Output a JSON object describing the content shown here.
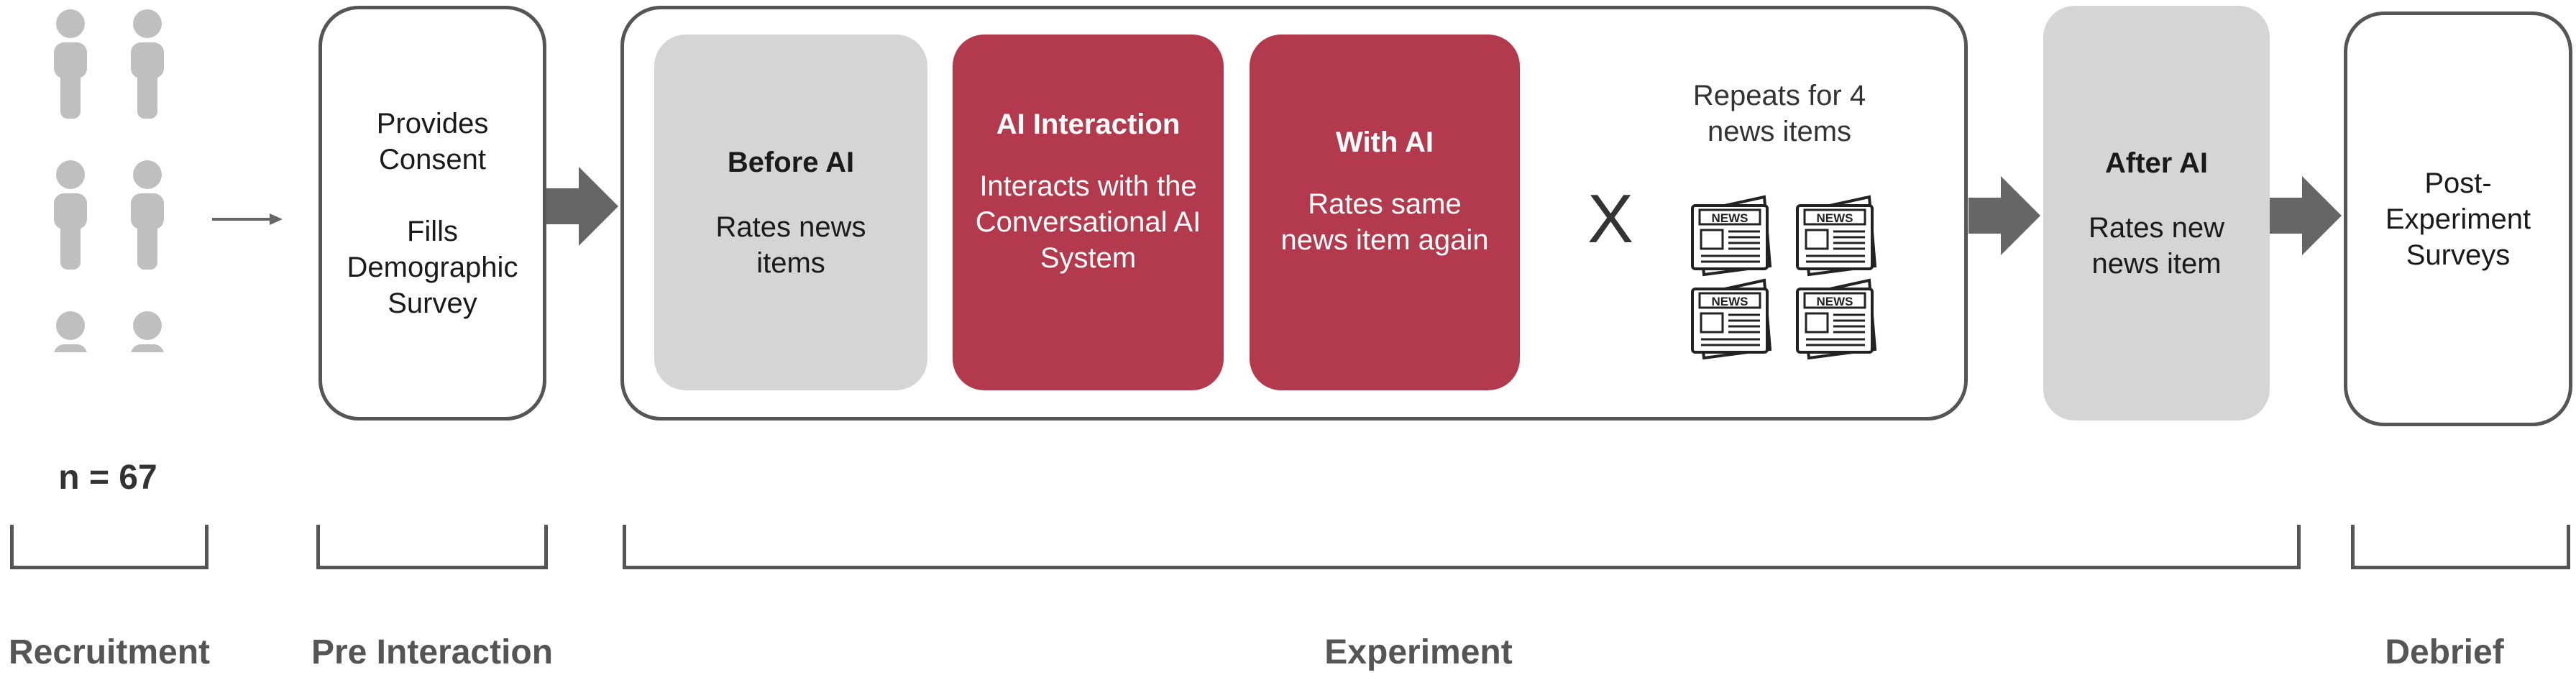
{
  "recruitment": {
    "people_icon": "person-silhouette-icon",
    "count_label": "n = 67"
  },
  "pre_interaction": {
    "consent": "Provides Consent",
    "survey": "Fills Demographic Survey"
  },
  "experiment": {
    "before_ai": {
      "title": "Before AI",
      "text": "Rates news items"
    },
    "ai_interaction": {
      "title": "AI Interaction",
      "text": "Interacts with the Conversational AI System"
    },
    "with_ai": {
      "title": "With AI",
      "text": "Rates same news item again"
    },
    "multiply": "X",
    "repeats": "Repeats for 4 news items",
    "news_icon": "newspaper-icon",
    "news_label": "NEWS"
  },
  "after_ai": {
    "title": "After AI",
    "text": "Rates new news item"
  },
  "debrief": {
    "text": "Post-Experiment Surveys"
  },
  "phases": {
    "recruitment": "Recruitment",
    "pre_interaction": "Pre Interaction",
    "experiment": "Experiment",
    "debrief": "Debrief"
  },
  "colors": {
    "outline": "#555555",
    "gray_card": "#d5d5d5",
    "red_card": "#b33a4c",
    "person": "#bfbfbf",
    "arrow": "#666666"
  }
}
